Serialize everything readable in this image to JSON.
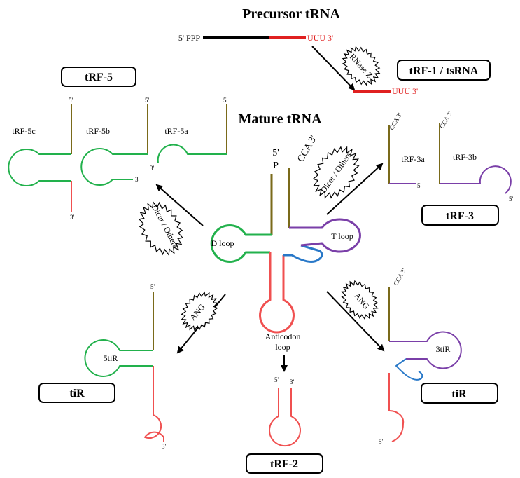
{
  "headings": {
    "precursor": "Precursor tRNA",
    "mature": "Mature tRNA"
  },
  "precursor": {
    "five_prime": "5' PPP",
    "three_prime": "UUU 3'",
    "cleaved_tail": "UUU 3'"
  },
  "enzymes": {
    "rnase_z": "RNase Z",
    "dicer_others": "Dicer / Others",
    "ang": "ANG"
  },
  "boxes": {
    "trf5": "tRF-5",
    "trf1": "tRF-1 / tsRNA",
    "trf3": "tRF-3",
    "tir_left": "tiR",
    "tir_right": "tiR",
    "trf2": "tRF-2"
  },
  "fragment_labels": {
    "trf5c": "tRF-5c",
    "trf5b": "tRF-5b",
    "trf5a": "tRF-5a",
    "trf3a": "tRF-3a",
    "trf3b": "tRF-3b",
    "tir5": "5tiR",
    "tir3": "3tiR"
  },
  "mature_labels": {
    "five_p": "5'",
    "p": "P",
    "cca_3": "CCA 3'",
    "d_loop": "D loop",
    "t_loop": "T loop",
    "anticodon": "Anticodon",
    "anticodon_loop": "loop"
  },
  "ends": {
    "five": "5'",
    "three": "3'",
    "cca": "CCA 3'"
  },
  "colors": {
    "acceptor": "#7a6a1a",
    "d_arm": "#22b14c",
    "anticodon_arm": "#f05050",
    "variable": "#2878c8",
    "t_arm": "#7a3fa8",
    "precursor_red": "#e02020",
    "precursor_black": "#000000"
  }
}
